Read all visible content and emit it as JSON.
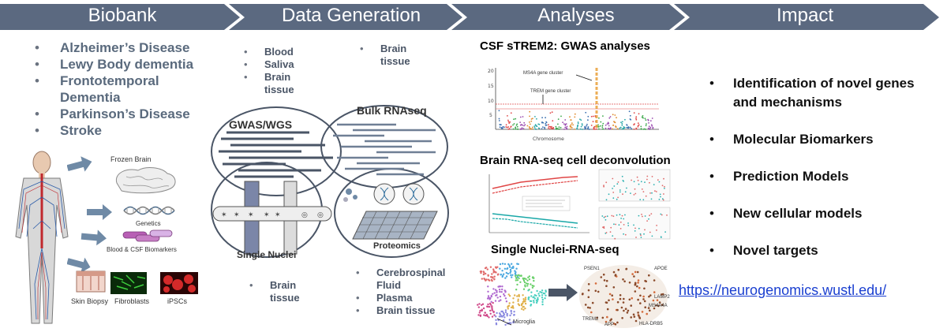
{
  "header": {
    "steps": [
      "Biobank",
      "Data Generation",
      "Analyses",
      "Impact"
    ]
  },
  "biobank": {
    "diseases": [
      "Alzheimer’s Disease",
      "Lewy Body dementia",
      "Frontotemporal Dementia",
      "Parkinson’s Disease",
      "Stroke"
    ],
    "samples": {
      "frozen_brain": "Frozen Brain",
      "genetics": "Genetics",
      "biomarkers": "Blood & CSF Biomarkers",
      "skin_biopsy": "Skin Biopsy",
      "fibroblasts": "Fibroblasts",
      "ipscs": "iPSCs"
    }
  },
  "data_generation": {
    "gwas_sources": [
      "Blood",
      "Saliva",
      "Brain tissue"
    ],
    "rnaseq_sources": [
      "Brain tissue"
    ],
    "nuclei_sources": [
      "Brain tissue"
    ],
    "proteomics_sources": [
      "Cerebrospinal Fluid",
      "Plasma",
      "Brain tissue"
    ],
    "circles": {
      "gwas": "GWAS/WGS",
      "rnaseq": "Bulk RNAseq",
      "nuclei": "Single Nuclei",
      "proteomics": "Proteomics"
    }
  },
  "analyses": {
    "gwas_title": "CSF sTREM2: GWAS analyses",
    "gwas_annotations": {
      "ms4a": "MS4A gene cluster",
      "trem": "TREM gene cluster",
      "xlabel": "Chromosome"
    },
    "deconv_title": "Brain RNA-seq cell deconvolution",
    "snrna_title": "Single Nuclei-RNA-seq",
    "snrna_cluster_label": "Microglia",
    "snrna_genes": [
      "PSEN1",
      "APOE",
      "TREM2",
      "APP",
      "LAMP2",
      "MS4A4A",
      "HLA-DRB5"
    ]
  },
  "impact": {
    "items": [
      "Identification of novel genes and mechanisms",
      "Molecular Biomarkers",
      "Prediction Models",
      "New cellular models",
      "Novel targets"
    ],
    "url": "https://neurogenomics.wustl.edu/"
  },
  "colors": {
    "chevron_fill": "#5b6980",
    "bullet_text": "#5a6a7d",
    "circle_stroke": "#4a5566",
    "link": "#1a3fd0",
    "highlight": "#e89a2c"
  }
}
